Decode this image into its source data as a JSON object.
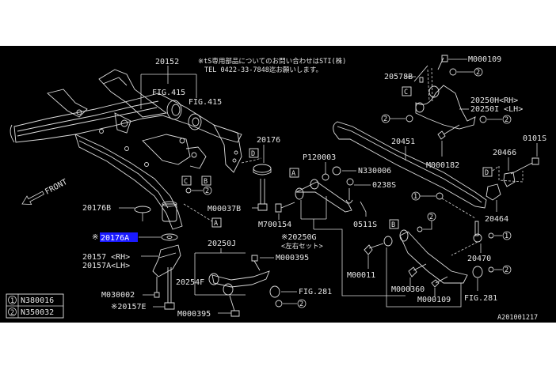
{
  "diagram": {
    "background_color": "#000000",
    "line_color": "#e6e6e6",
    "highlight_color": "#1a1aff",
    "highlighted_part": "20176A",
    "note_line1": "※tS専用部品についてのお問い合わせはSTI(株)",
    "note_line2": "TEL 0422-33-7848迄お願いします。",
    "drawing_id": "A201001217",
    "front_label": "FRONT",
    "legend": [
      {
        "symbol": "①",
        "part": "N380016"
      },
      {
        "symbol": "②",
        "part": "N350032"
      }
    ],
    "callout_boxes": [
      "A",
      "B",
      "C",
      "D"
    ],
    "circle_refs": [
      "1",
      "2"
    ],
    "labels": {
      "p20152": "20152",
      "fig415a": "FIG.415",
      "fig415b": "FIG.415",
      "p20176": "20176",
      "p20176B": "20176B",
      "p20176A": "20176A",
      "p20176A_mark": "※",
      "p20157": "20157 <RH>",
      "p20157A": "20157A<LH>",
      "m030002": "M030002",
      "p20157E": "※20157E",
      "m000395a": "M000395",
      "m000395b": "M000395",
      "p20254F": "20254F",
      "p20250J": "20250J",
      "fig281a": "FIG.281",
      "fig281b": "FIG.281",
      "m00037B": "M00037B",
      "m700154": "M700154",
      "p120003": "P120003",
      "n330006": "N330006",
      "p0238S": "0238S",
      "p0511S": "0511S",
      "p20250G": "※20250G",
      "p20250G_sub": "<左右セット>",
      "p20451": "20451",
      "m000182": "M000182",
      "p20578B": "20578B",
      "m000109a": "M000109",
      "m000109b": "M000109",
      "p20250H": "20250H<RH>",
      "p20250I": "20250I <LH>",
      "p0101S": "0101S",
      "p20466": "20466",
      "p20464": "20464",
      "p20470": "20470",
      "m00011": "M00011",
      "m000360": "M000360"
    }
  }
}
